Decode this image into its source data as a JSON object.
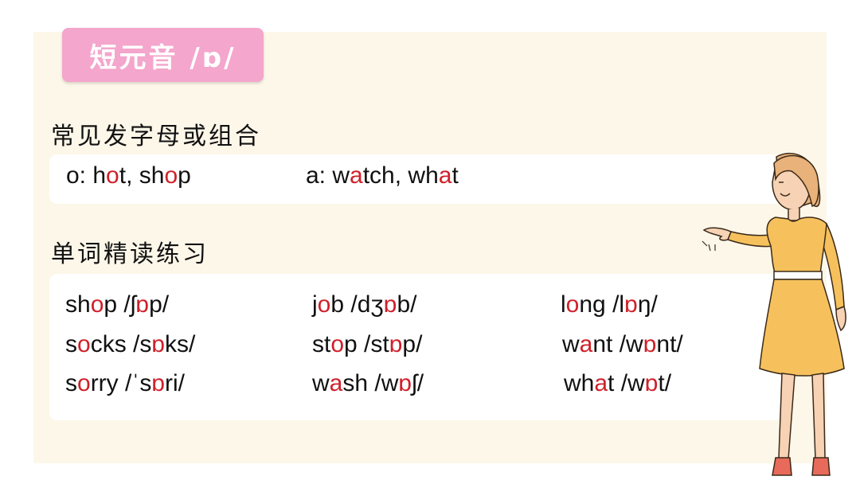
{
  "title": "短元音 /ɒ/",
  "section1": {
    "heading": "常见发字母或组合",
    "items": [
      {
        "parts": [
          {
            "t": "o: h"
          },
          {
            "t": "o",
            "red": true
          },
          {
            "t": "t, sh"
          },
          {
            "t": "o",
            "red": true
          },
          {
            "t": "p"
          }
        ]
      },
      {
        "parts": [
          {
            "t": "a: w"
          },
          {
            "t": "a",
            "red": true
          },
          {
            "t": "tch, wh"
          },
          {
            "t": "a",
            "red": true
          },
          {
            "t": "t"
          }
        ]
      }
    ]
  },
  "section2": {
    "heading": "单词精读练习",
    "words": [
      {
        "parts": [
          {
            "t": "sh"
          },
          {
            "t": "o",
            "red": true
          },
          {
            "t": "p /ʃ"
          },
          {
            "t": "ɒ",
            "red": true
          },
          {
            "t": "p/"
          }
        ]
      },
      {
        "parts": [
          {
            "t": "j"
          },
          {
            "t": "o",
            "red": true
          },
          {
            "t": "b /dʒ"
          },
          {
            "t": "ɒ",
            "red": true
          },
          {
            "t": "b/"
          }
        ]
      },
      {
        "parts": [
          {
            "t": "l"
          },
          {
            "t": "o",
            "red": true
          },
          {
            "t": "ng /l"
          },
          {
            "t": "ɒ",
            "red": true
          },
          {
            "t": "ŋ/"
          }
        ]
      },
      {
        "parts": [
          {
            "t": "s"
          },
          {
            "t": "o",
            "red": true
          },
          {
            "t": "cks /s"
          },
          {
            "t": "ɒ",
            "red": true
          },
          {
            "t": "ks/"
          }
        ]
      },
      {
        "parts": [
          {
            "t": "st"
          },
          {
            "t": "o",
            "red": true
          },
          {
            "t": "p /st"
          },
          {
            "t": "ɒ",
            "red": true
          },
          {
            "t": "p/"
          }
        ]
      },
      {
        "parts": [
          {
            "t": "w"
          },
          {
            "t": "a",
            "red": true
          },
          {
            "t": "nt /w"
          },
          {
            "t": "ɒ",
            "red": true
          },
          {
            "t": "nt/"
          }
        ]
      },
      {
        "parts": [
          {
            "t": "s"
          },
          {
            "t": "o",
            "red": true
          },
          {
            "t": "rry /ˈs"
          },
          {
            "t": "ɒ",
            "red": true
          },
          {
            "t": "ri/"
          }
        ]
      },
      {
        "parts": [
          {
            "t": "w"
          },
          {
            "t": "a",
            "red": true
          },
          {
            "t": "sh /w"
          },
          {
            "t": "ɒ",
            "red": true
          },
          {
            "t": "ʃ/"
          }
        ]
      },
      {
        "parts": [
          {
            "t": "wh"
          },
          {
            "t": "a",
            "red": true
          },
          {
            "t": "t /w"
          },
          {
            "t": "ɒ",
            "red": true
          },
          {
            "t": "t/"
          }
        ]
      }
    ]
  },
  "colors": {
    "accent": "#d0202a",
    "badge": "#f4a6cc",
    "background": "#fdf7e9"
  }
}
